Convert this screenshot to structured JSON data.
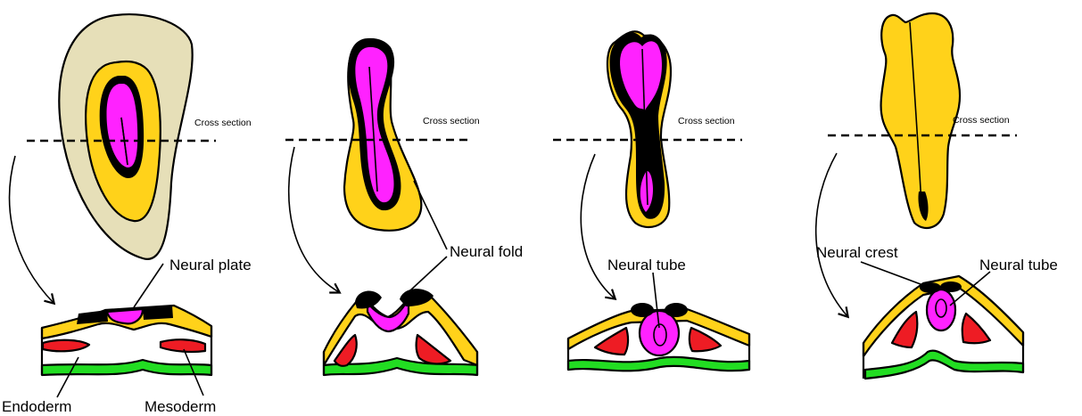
{
  "colors": {
    "neural_plate": "#ff22ff",
    "ectoderm": "#ffd21a",
    "outer_disc": "#e6dfb8",
    "mesoderm": "#ee1c24",
    "endoderm": "#22dd22",
    "border": "#000000"
  },
  "stages": [
    {
      "cross_section_label": "Cross section",
      "labels": [
        "Neural plate",
        "Endoderm",
        "Mesoderm"
      ]
    },
    {
      "cross_section_label": "Cross section",
      "labels": [
        "Neural fold"
      ]
    },
    {
      "cross_section_label": "Cross section",
      "labels": [
        "Neural tube"
      ]
    },
    {
      "cross_section_label": "Cross section",
      "labels": [
        "Neural crest",
        "Neural tube"
      ]
    }
  ]
}
